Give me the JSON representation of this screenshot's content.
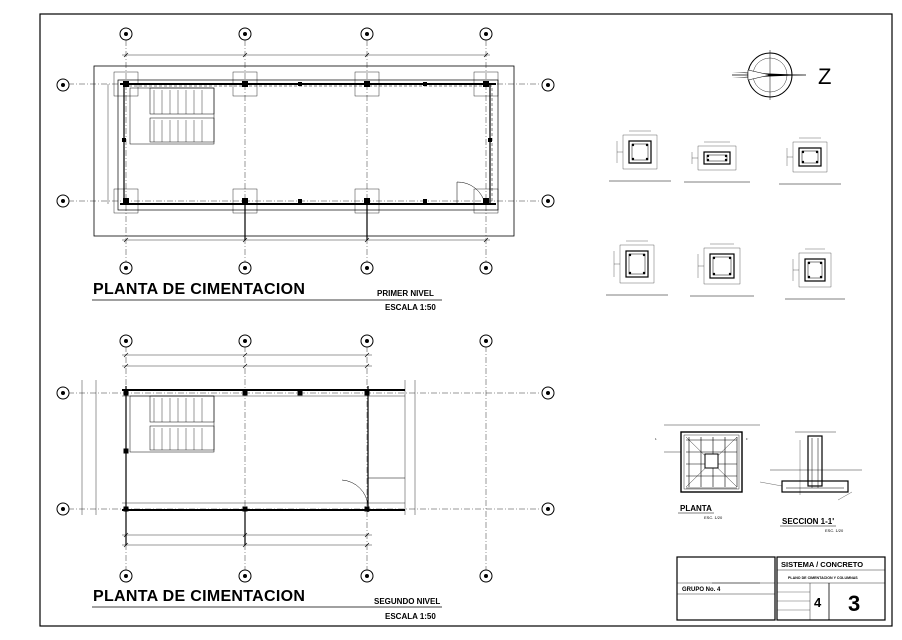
{
  "plan1": {
    "title": "PLANTA DE CIMENTACION",
    "level": "PRIMER NIVEL",
    "scale": "ESCALA 1:50"
  },
  "plan2": {
    "title": "PLANTA DE CIMENTACION",
    "level": "SEGUNDO NIVEL",
    "scale": "ESCALA 1:50"
  },
  "north": {
    "letter": "Z"
  },
  "details": {
    "planta_label": "PLANTA",
    "planta_scale": "ESC. 1/20",
    "seccion_label": "SECCION 1-1'",
    "seccion_scale": "ESC. 1/20"
  },
  "titleblock": {
    "group": "GRUPO No. 4",
    "system": "SISTEMA / CONCRETO",
    "content": "PLANO DE CIMENTACION Y COLUMNAS",
    "page": "4",
    "sheet": "3"
  },
  "icons": [
    "north-arrow-icon"
  ]
}
